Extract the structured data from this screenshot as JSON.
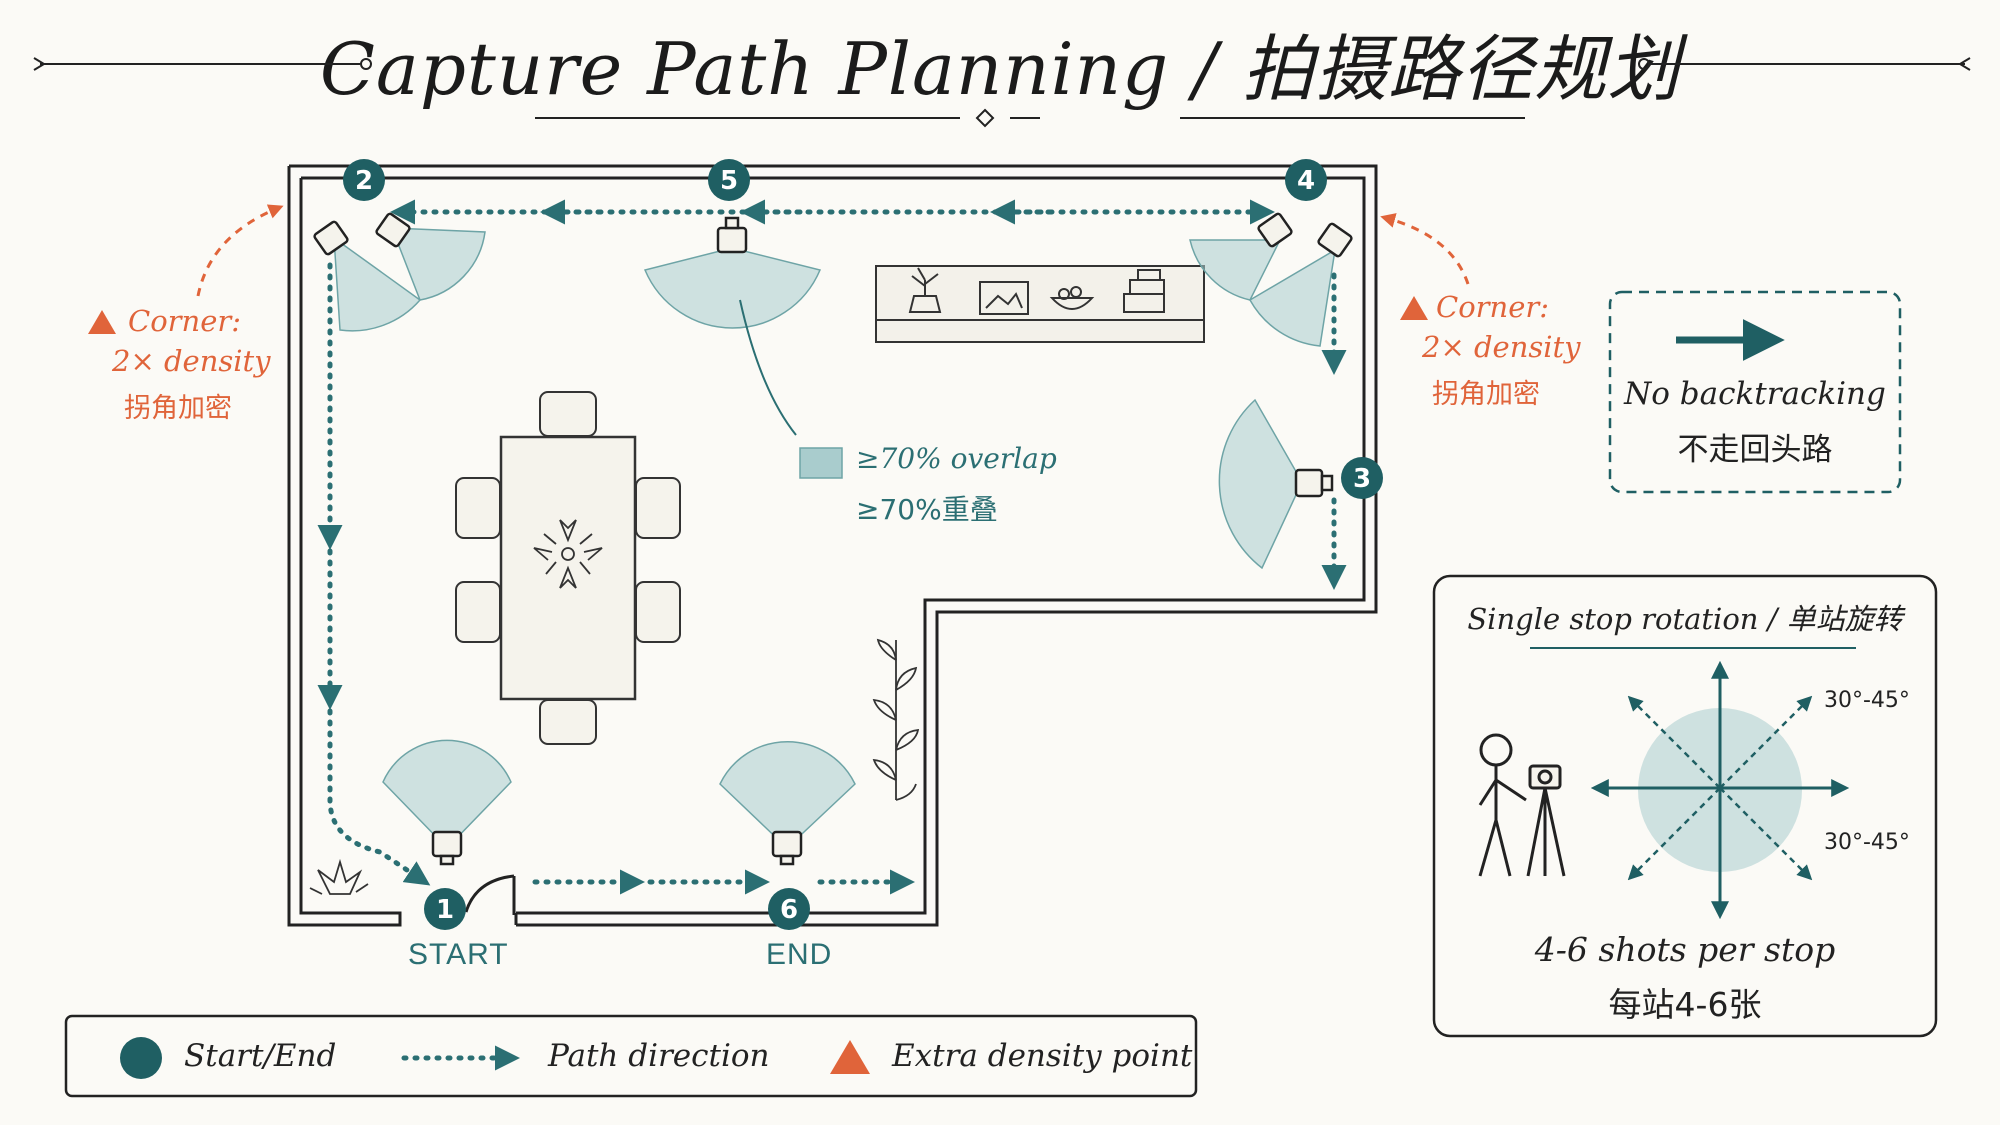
{
  "title": "Capture Path Planning / 拍摄路径规划",
  "stops": [
    {
      "num": "1",
      "label": "START"
    },
    {
      "num": "2",
      "label": ""
    },
    {
      "num": "3",
      "label": ""
    },
    {
      "num": "4",
      "label": ""
    },
    {
      "num": "5",
      "label": ""
    },
    {
      "num": "6",
      "label": "END"
    }
  ],
  "corner_left": {
    "line1": "Corner:",
    "line2": "2× density",
    "line3": "拐角加密"
  },
  "corner_right": {
    "line1": "Corner:",
    "line2": "2× density",
    "line3": "拐角加密"
  },
  "overlap": {
    "line1": "≥70% overlap",
    "line2": "≥70%重叠"
  },
  "no_backtrack": {
    "line1": "No backtracking",
    "line2": "不走回头路"
  },
  "rotation": {
    "title": "Single stop rotation / 单站旋转",
    "angle_top": "30°-45°",
    "angle_bottom": "30°-45°",
    "shots_en": "4-6 shots per stop",
    "shots_cn": "每站4-6张"
  },
  "legend": {
    "start_end": "Start/End",
    "path_direction": "Path direction",
    "extra_density": "Extra density point"
  },
  "colors": {
    "teal": "#1f5f63",
    "path": "#2b6f73",
    "orange": "#e0643a",
    "fov": "#a9cccd",
    "ink": "#222222"
  }
}
